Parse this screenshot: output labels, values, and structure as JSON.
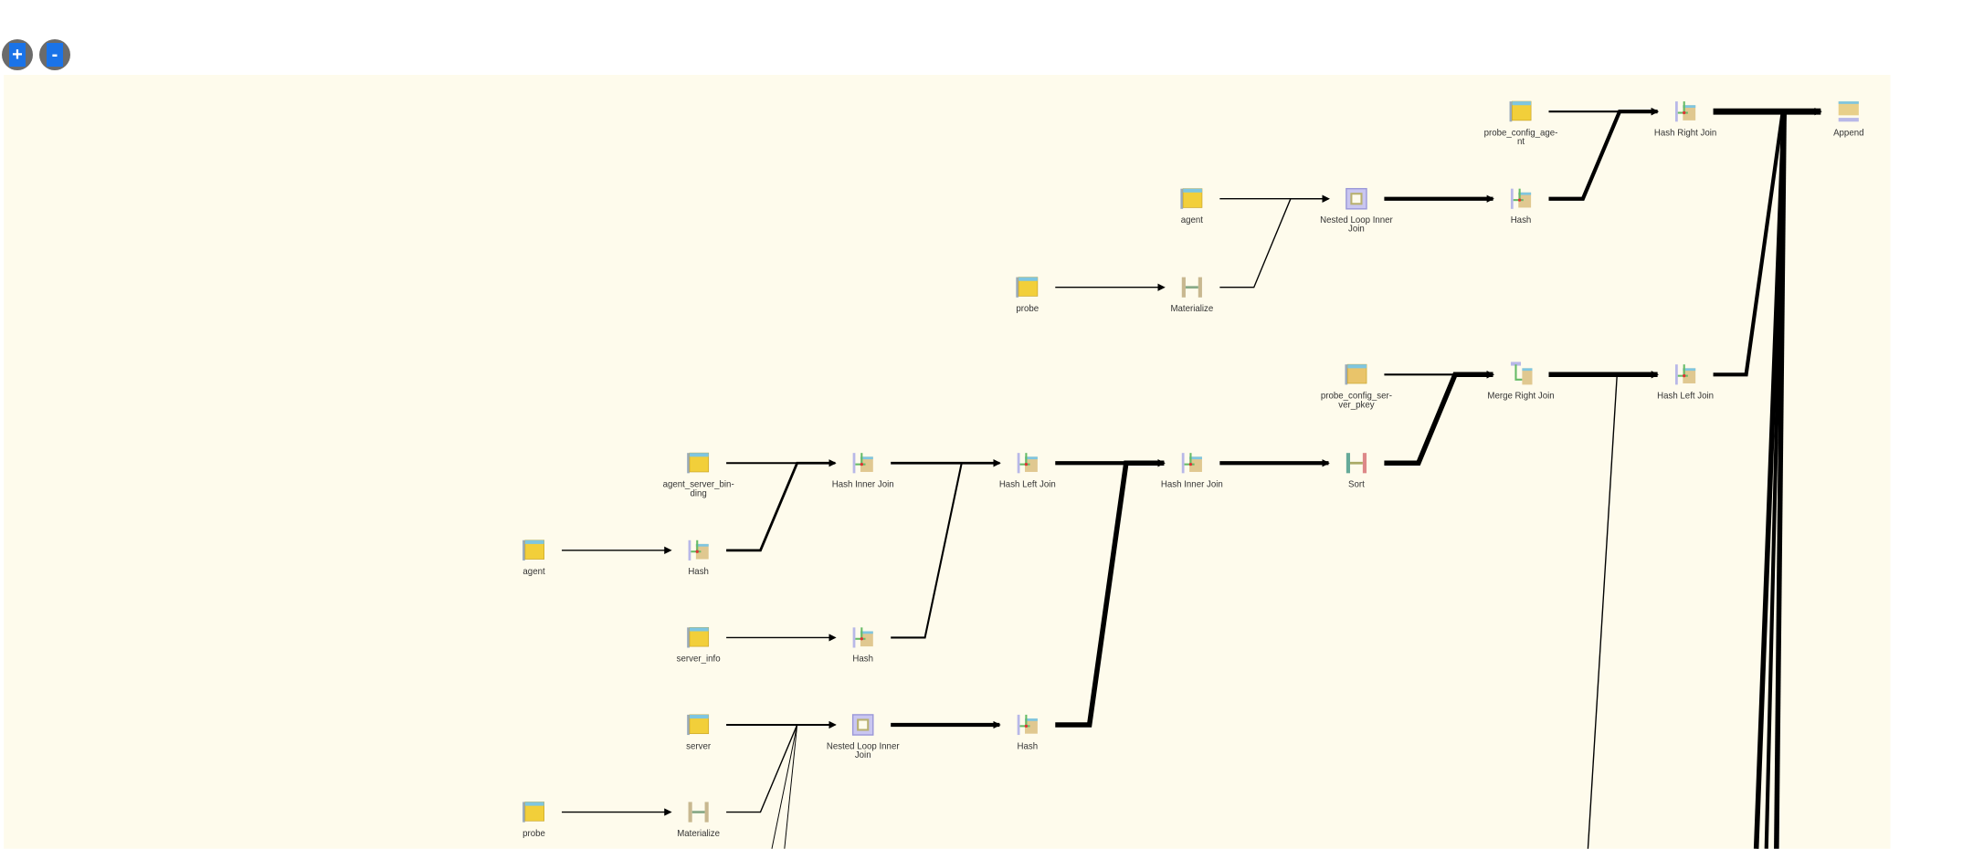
{
  "zoom": {
    "in_label": "+",
    "out_label": "-"
  },
  "colors": {
    "panel": "#fefbec",
    "edge": "#000000",
    "table_fill": "#f2cf3a",
    "table_header": "#7fc6e0"
  },
  "nodes": [
    {
      "label": [
        "probe_config_age-",
        "nt"
      ],
      "icon": "table-icon"
    },
    {
      "label": [
        "Hash Right Join"
      ],
      "icon": "hash-join-icon"
    },
    {
      "label": [
        "Append"
      ],
      "icon": "append-icon"
    },
    {
      "label": [
        "agent"
      ],
      "icon": "table-icon"
    },
    {
      "label": [
        "Nested Loop Inner",
        "Join"
      ],
      "icon": "nested-loop-icon"
    },
    {
      "label": [
        "Hash"
      ],
      "icon": "hash-icon"
    },
    {
      "label": [
        "probe"
      ],
      "icon": "table-icon"
    },
    {
      "label": [
        "Materialize"
      ],
      "icon": "materialize-icon"
    },
    {
      "label": [
        "probe_config_ser-",
        "ver_pkey"
      ],
      "icon": "index-icon"
    },
    {
      "label": [
        "Merge Right Join"
      ],
      "icon": "merge-join-icon"
    },
    {
      "label": [
        "Hash Left Join"
      ],
      "icon": "hash-join-icon"
    },
    {
      "label": [
        "agent_server_bin-",
        "ding"
      ],
      "icon": "table-icon"
    },
    {
      "label": [
        "Hash Inner Join"
      ],
      "icon": "hash-join-icon"
    },
    {
      "label": [
        "Hash Left Join"
      ],
      "icon": "hash-join-icon"
    },
    {
      "label": [
        "Hash Inner Join"
      ],
      "icon": "hash-join-icon"
    },
    {
      "label": [
        "Sort"
      ],
      "icon": "sort-icon"
    },
    {
      "label": [
        "agent"
      ],
      "icon": "table-icon"
    },
    {
      "label": [
        "Hash"
      ],
      "icon": "hash-icon"
    },
    {
      "label": [
        "server_info"
      ],
      "icon": "table-icon"
    },
    {
      "label": [
        "Hash"
      ],
      "icon": "hash-icon"
    },
    {
      "label": [
        "server"
      ],
      "icon": "table-icon"
    },
    {
      "label": [
        "Nested Loop Inner",
        "Join"
      ],
      "icon": "nested-loop-icon"
    },
    {
      "label": [
        "Hash"
      ],
      "icon": "hash-icon"
    },
    {
      "label": [
        "probe"
      ],
      "icon": "table-icon"
    },
    {
      "label": [
        "Materialize"
      ],
      "icon": "materialize-icon"
    }
  ]
}
